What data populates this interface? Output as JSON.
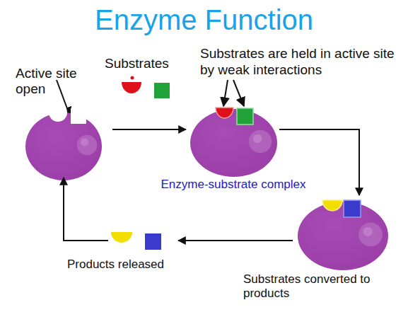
{
  "diagram": {
    "title": "Enzyme Function",
    "nodes": [
      {
        "text": [
          "Active site open"
        ]
      },
      {
        "text": [
          "Enzyme-substrate complex"
        ]
      },
      {
        "text": [
          "Substrates converted to products"
        ]
      },
      {
        "text": [
          "Products released"
        ]
      }
    ],
    "edges": [
      {
        "from": 0,
        "to": 1,
        "arrow": "to"
      },
      {
        "from": 1,
        "to": 2,
        "arrow": "to"
      },
      {
        "from": 2,
        "to": 3,
        "arrow": "to"
      },
      {
        "from": 3,
        "to": 0,
        "arrow": "to"
      }
    ],
    "labels": [
      "Substrates",
      "Substrates are held in active site by weak interactions"
    ]
  }
}
